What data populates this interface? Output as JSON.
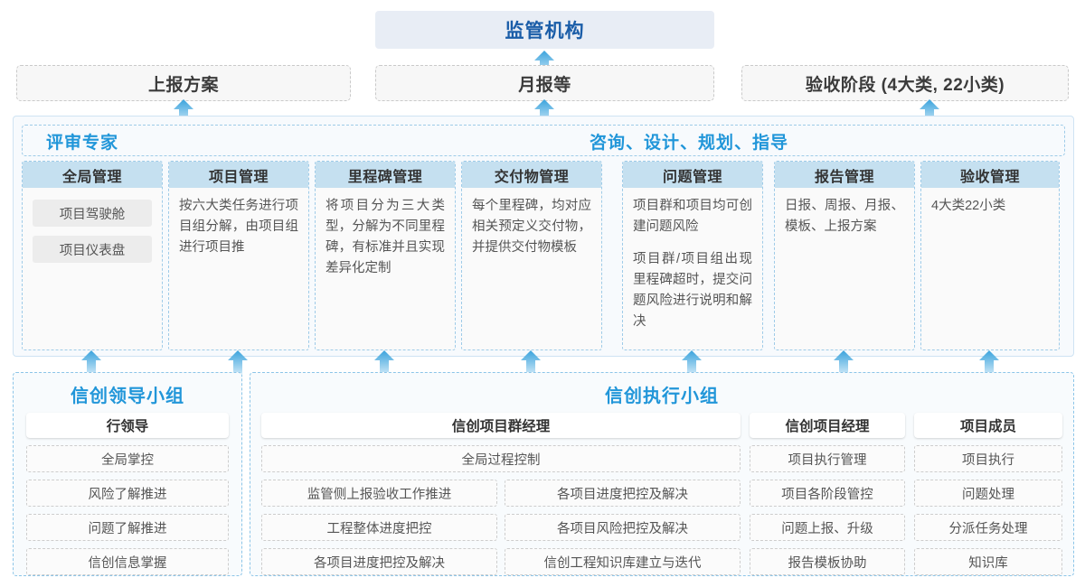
{
  "top": {
    "regulator": "监管机构",
    "channels": [
      {
        "label": "上报方案"
      },
      {
        "label": "月报等"
      },
      {
        "label": "验收阶段 (4大类, 22小类)"
      }
    ]
  },
  "middle": {
    "header_left": "评审专家",
    "header_right": "咨询、设计、规划、指导",
    "columns": [
      {
        "title": "全局管理",
        "type": "pills",
        "pills": [
          "项目驾驶舱",
          "项目仪表盘"
        ],
        "paragraphs": []
      },
      {
        "title": "项目管理",
        "type": "text",
        "pills": [],
        "paragraphs": [
          "按六大类任务进行项目组分解，由项目组进行项目推"
        ]
      },
      {
        "title": "里程碑管理",
        "type": "text",
        "pills": [],
        "paragraphs": [
          "将项目分为三大类型，分解为不同里程碑，有标准并且实现差异化定制"
        ]
      },
      {
        "title": "交付物管理",
        "type": "text",
        "pills": [],
        "paragraphs": [
          "每个里程碑，均对应相关预定义交付物，并提供交付物模板"
        ]
      },
      {
        "title": "问题管理",
        "type": "text",
        "pills": [],
        "paragraphs": [
          "项目群和项目均可创建问题风险",
          "项目群/项目组出现里程碑超时，提交问题风险进行说明和解决"
        ]
      },
      {
        "title": "报告管理",
        "type": "text",
        "pills": [],
        "paragraphs": [
          "日报、周报、月报、模板、上报方案"
        ]
      },
      {
        "title": "验收管理",
        "type": "text",
        "pills": [],
        "paragraphs": [
          "4大类22小类"
        ]
      }
    ]
  },
  "bottom": {
    "leading_group": {
      "title": "信创领导小组",
      "role": "行领导",
      "items": [
        "全局掌控",
        "风险了解推进",
        "问题了解推进",
        "信创信息掌握"
      ]
    },
    "exec_group": {
      "title": "信创执行小组",
      "roles": [
        {
          "name": "信创项目群经理",
          "full_width_item": "全局过程控制",
          "pairs": [
            [
              "监管侧上报验收工作推进",
              "各项目进度把控及解决"
            ],
            [
              "工程整体进度把控",
              "各项目风险把控及解决"
            ],
            [
              "各项目进度把控及解决",
              "信创工程知识库建立与迭代"
            ]
          ]
        },
        {
          "name": "信创项目经理",
          "items": [
            "项目执行管理",
            "项目各阶段管控",
            "问题上报、升级",
            "报告模板协助"
          ]
        },
        {
          "name": "项目成员",
          "items": [
            "项目执行",
            "问题处理",
            "分派任务处理",
            "知识库"
          ]
        }
      ]
    }
  },
  "colors": {
    "accent_blue": "#2196d9",
    "title_blue": "#1a5da8",
    "col_head_blue": "#c5e0f0",
    "regulator_bg": "#e8edf5",
    "arrow_top": "#3aa3dc",
    "arrow_bottom": "#bfe2f5"
  }
}
